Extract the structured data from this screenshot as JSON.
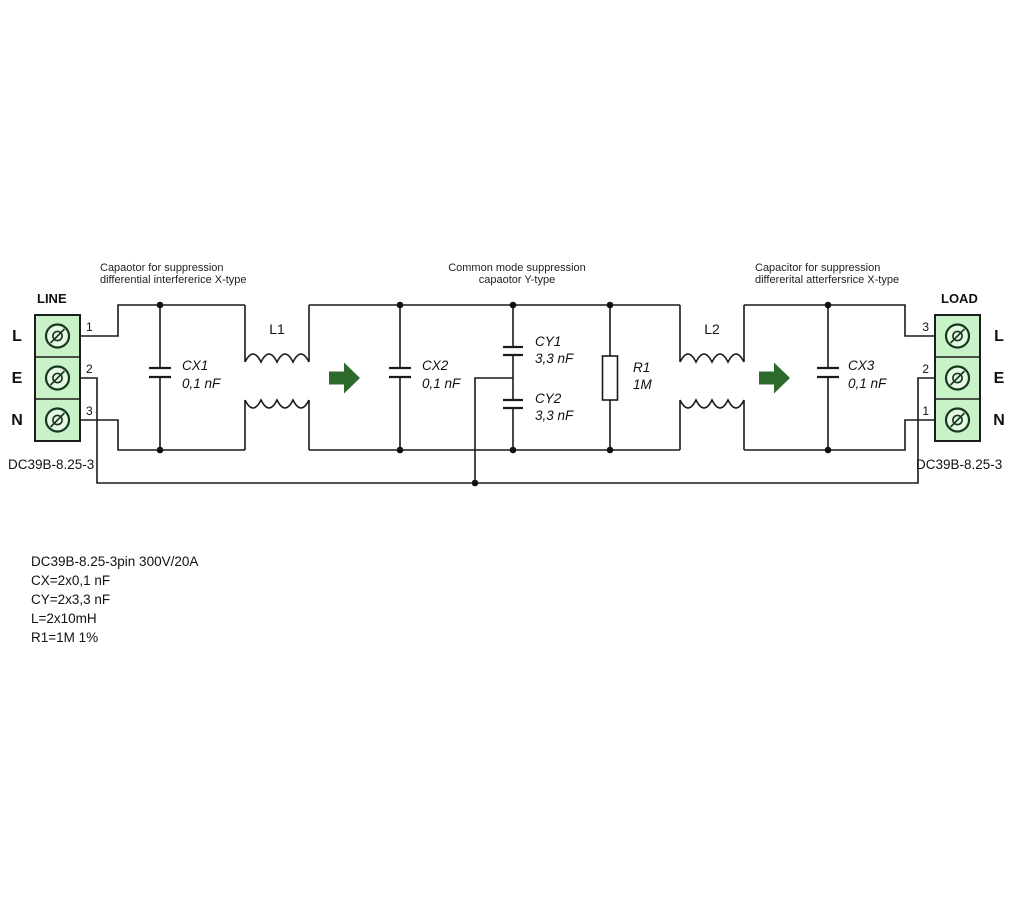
{
  "colors": {
    "wire": "#1a1a1a",
    "terminal_block_fill": "#c9f2c9",
    "terminal_block_stroke": "#1c1c1c",
    "screw_stroke": "#16381c",
    "arrow_green": "#2d6b2d",
    "background": "#ffffff"
  },
  "line_block": {
    "title": "LINE",
    "part": "DC39B-8.25-3",
    "pin_numbers": [
      "1",
      "2",
      "3"
    ],
    "pin_labels": [
      "L",
      "E",
      "N"
    ]
  },
  "load_block": {
    "title": "LOAD",
    "part": "DC39B-8.25-3",
    "pin_numbers": [
      "3",
      "2",
      "1"
    ],
    "pin_labels": [
      "L",
      "E",
      "N"
    ]
  },
  "annotations": {
    "x_left": [
      "Capaotor for suppression",
      "differential interfererice X-type"
    ],
    "common_mode": [
      "Common mode suppression",
      "capaotor Y-type"
    ],
    "x_right": [
      "Capacitor for suppression",
      "differerital atterfersrice X-type"
    ]
  },
  "components": {
    "cx1": {
      "ref": "CX1",
      "value": "0,1 nF"
    },
    "l1": {
      "ref": "L1"
    },
    "cx2": {
      "ref": "CX2",
      "value": "0,1 nF"
    },
    "cy1": {
      "ref": "CY1",
      "value": "3,3 nF"
    },
    "cy2": {
      "ref": "CY2",
      "value": "3,3 nF"
    },
    "r1": {
      "ref": "R1",
      "value": "1M"
    },
    "l2": {
      "ref": "L2"
    },
    "cx3": {
      "ref": "CX3",
      "value": "0,1 nF"
    }
  },
  "specs": [
    "DC39B-8.25-3pin 300V/20A",
    "CX=2x0,1 nF",
    "CY=2x3,3 nF",
    "L=2x10mH",
    "R1=1M 1%"
  ]
}
